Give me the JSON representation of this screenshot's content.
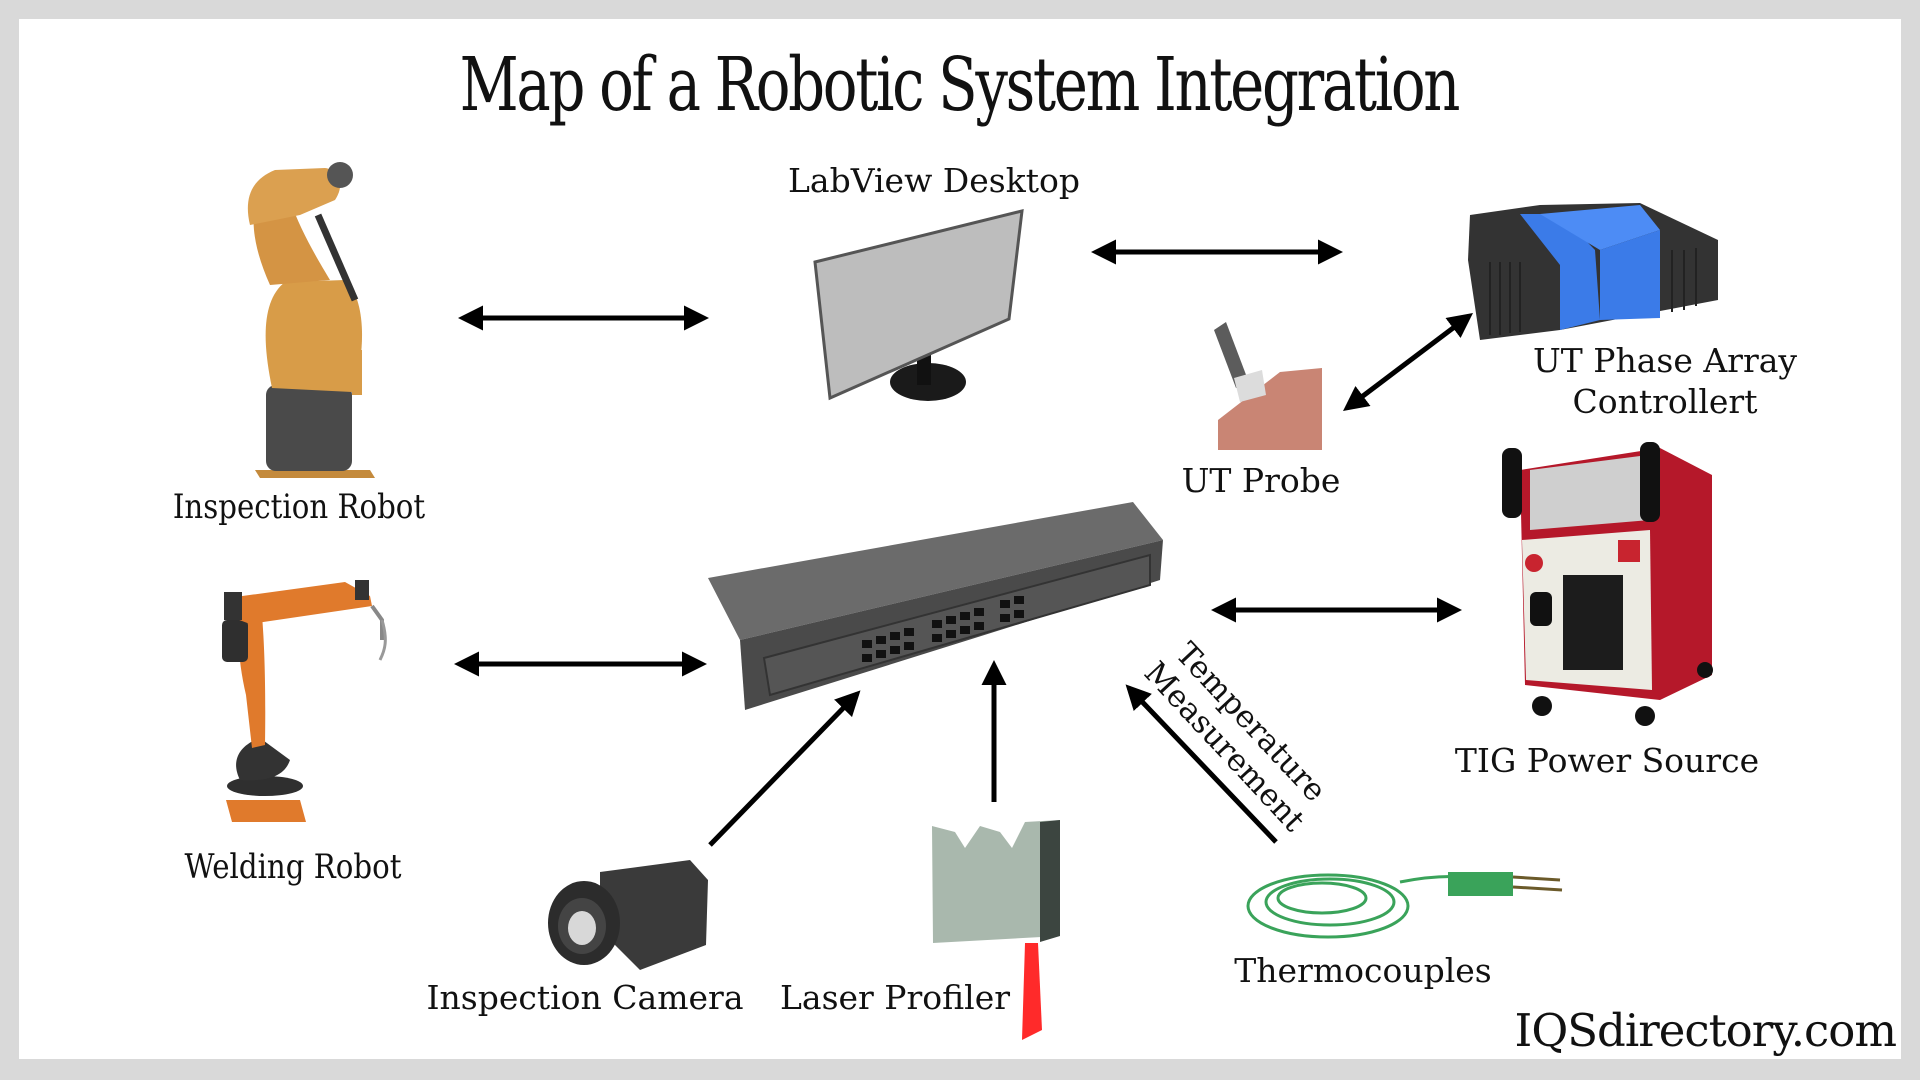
{
  "title": "Map of a Robotic System Integration",
  "brand": "IQSdirectory.com",
  "colors": {
    "background": "#d9d9d9",
    "panel": "#ffffff",
    "arrow": "#000000",
    "inspection_robot": "#d79a44",
    "welding_robot": "#e07a2c",
    "ut_controller_accent": "#3b7be8",
    "tig_body": "#b5182a",
    "thermocouple": "#3aa35a",
    "laser_beam": "#ff2a2a"
  },
  "nodes": {
    "labview": {
      "label": "LabView Desktop",
      "icon": "monitor-icon"
    },
    "ut_controller": {
      "label_line1": "UT Phase Array",
      "label_line2": "Controllert",
      "icon": "ut-controller-icon"
    },
    "ut_probe": {
      "label": "UT Probe",
      "icon": "ut-probe-icon"
    },
    "inspection_robot": {
      "label": "Inspection Robot",
      "icon": "robot-arm-icon"
    },
    "welding_robot": {
      "label": "Welding Robot",
      "icon": "welding-robot-icon"
    },
    "network_switch": {
      "label": "",
      "icon": "network-switch-icon"
    },
    "tig_power": {
      "label": "TIG Power Source",
      "icon": "tig-welder-icon"
    },
    "inspection_camera": {
      "label": "Inspection Camera",
      "icon": "camera-icon"
    },
    "laser_profiler": {
      "label": "Laser Profiler",
      "icon": "laser-profiler-icon"
    },
    "thermocouples": {
      "label": "Thermocouples",
      "icon": "thermocouple-icon"
    }
  },
  "annotations": {
    "temperature_line1": "Temperature",
    "temperature_line2": "Measurement"
  },
  "connections": [
    {
      "from": "inspection_robot",
      "to": "labview",
      "direction": "both"
    },
    {
      "from": "labview",
      "to": "ut_controller",
      "direction": "both"
    },
    {
      "from": "ut_probe",
      "to": "ut_controller",
      "direction": "both"
    },
    {
      "from": "welding_robot",
      "to": "network_switch",
      "direction": "both"
    },
    {
      "from": "network_switch",
      "to": "tig_power",
      "direction": "both"
    },
    {
      "from": "inspection_camera",
      "to": "network_switch",
      "direction": "forward"
    },
    {
      "from": "laser_profiler",
      "to": "network_switch",
      "direction": "forward"
    },
    {
      "from": "thermocouples",
      "to": "network_switch",
      "direction": "forward",
      "label": "Temperature Measurement"
    }
  ]
}
